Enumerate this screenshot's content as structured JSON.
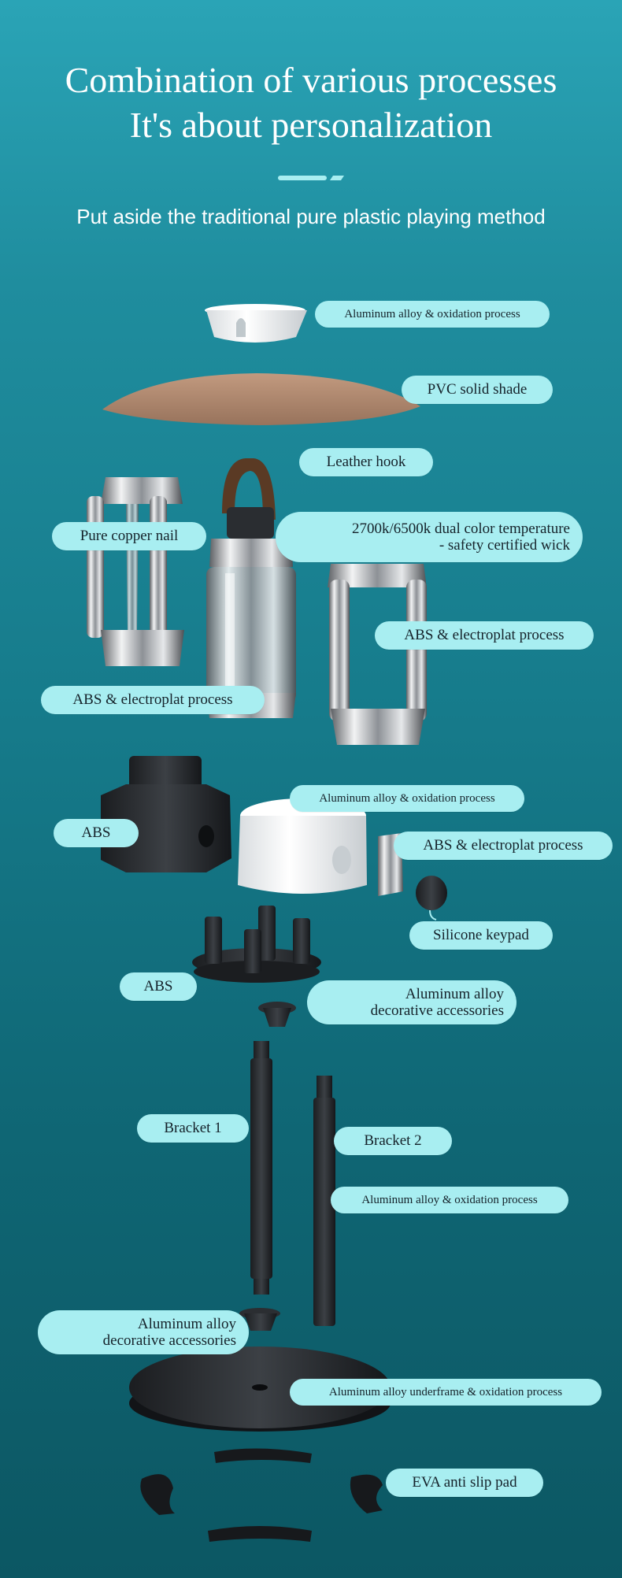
{
  "header": {
    "title_line1": "Combination of various processes",
    "title_line2": "It's about personalization",
    "subtitle": "Put aside the traditional pure plastic playing method"
  },
  "colors": {
    "background_top": "#2aa4b6",
    "background_bottom": "#0c5763",
    "label_fill": "#a8eef1",
    "label_text": "#15222a",
    "divider": "#a8eef1"
  },
  "labels": {
    "top_cap": "Aluminum alloy & oxidation process",
    "shade": "PVC solid shade",
    "hook": "Leather hook",
    "copper_nail": "Pure copper nail",
    "wick_line1": "2700k/6500k dual color temperature",
    "wick_line2": "- safety certified wick",
    "right_frame": "ABS & electroplat process",
    "left_frame": "ABS & electroplat process",
    "base_cap": "Aluminum alloy & oxidation process",
    "abs_housing": "ABS",
    "small_frame": "ABS & electroplat process",
    "keypad": "Silicone keypad",
    "abs_socket": "ABS",
    "deco_top_line1": "Aluminum alloy",
    "deco_top_line2": "decorative accessories",
    "bracket1": "Bracket 1",
    "bracket2": "Bracket 2",
    "bracket_process": "Aluminum alloy & oxidation process",
    "deco_bottom_line1": "Aluminum alloy",
    "deco_bottom_line2": "decorative accessories",
    "underframe": "Aluminum alloy underframe & oxidation process",
    "anti_slip": "EVA anti slip pad"
  }
}
